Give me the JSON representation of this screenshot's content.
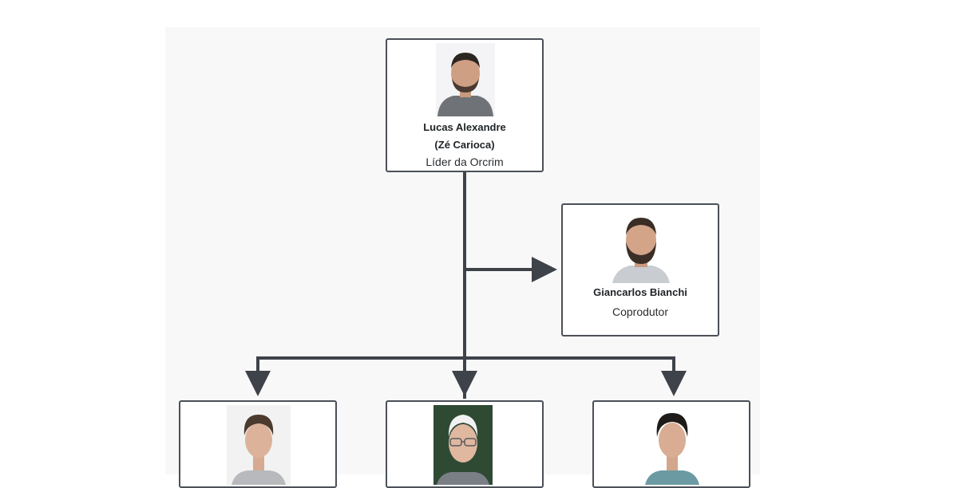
{
  "leader": {
    "name_line1": "Lucas Alexandre",
    "name_line2": "(Zé Carioca)",
    "role": "Líder da Orcrim"
  },
  "coproducer": {
    "name": "Giancarlos Bianchi",
    "role": "Coprodutor"
  },
  "subordinates": [
    {
      "name": "",
      "role": ""
    },
    {
      "name": "",
      "role": ""
    },
    {
      "name": "",
      "role": ""
    }
  ],
  "colors": {
    "connector": "#3e434a",
    "box_border": "#4b5058",
    "canvas": "#f8f8f8"
  }
}
